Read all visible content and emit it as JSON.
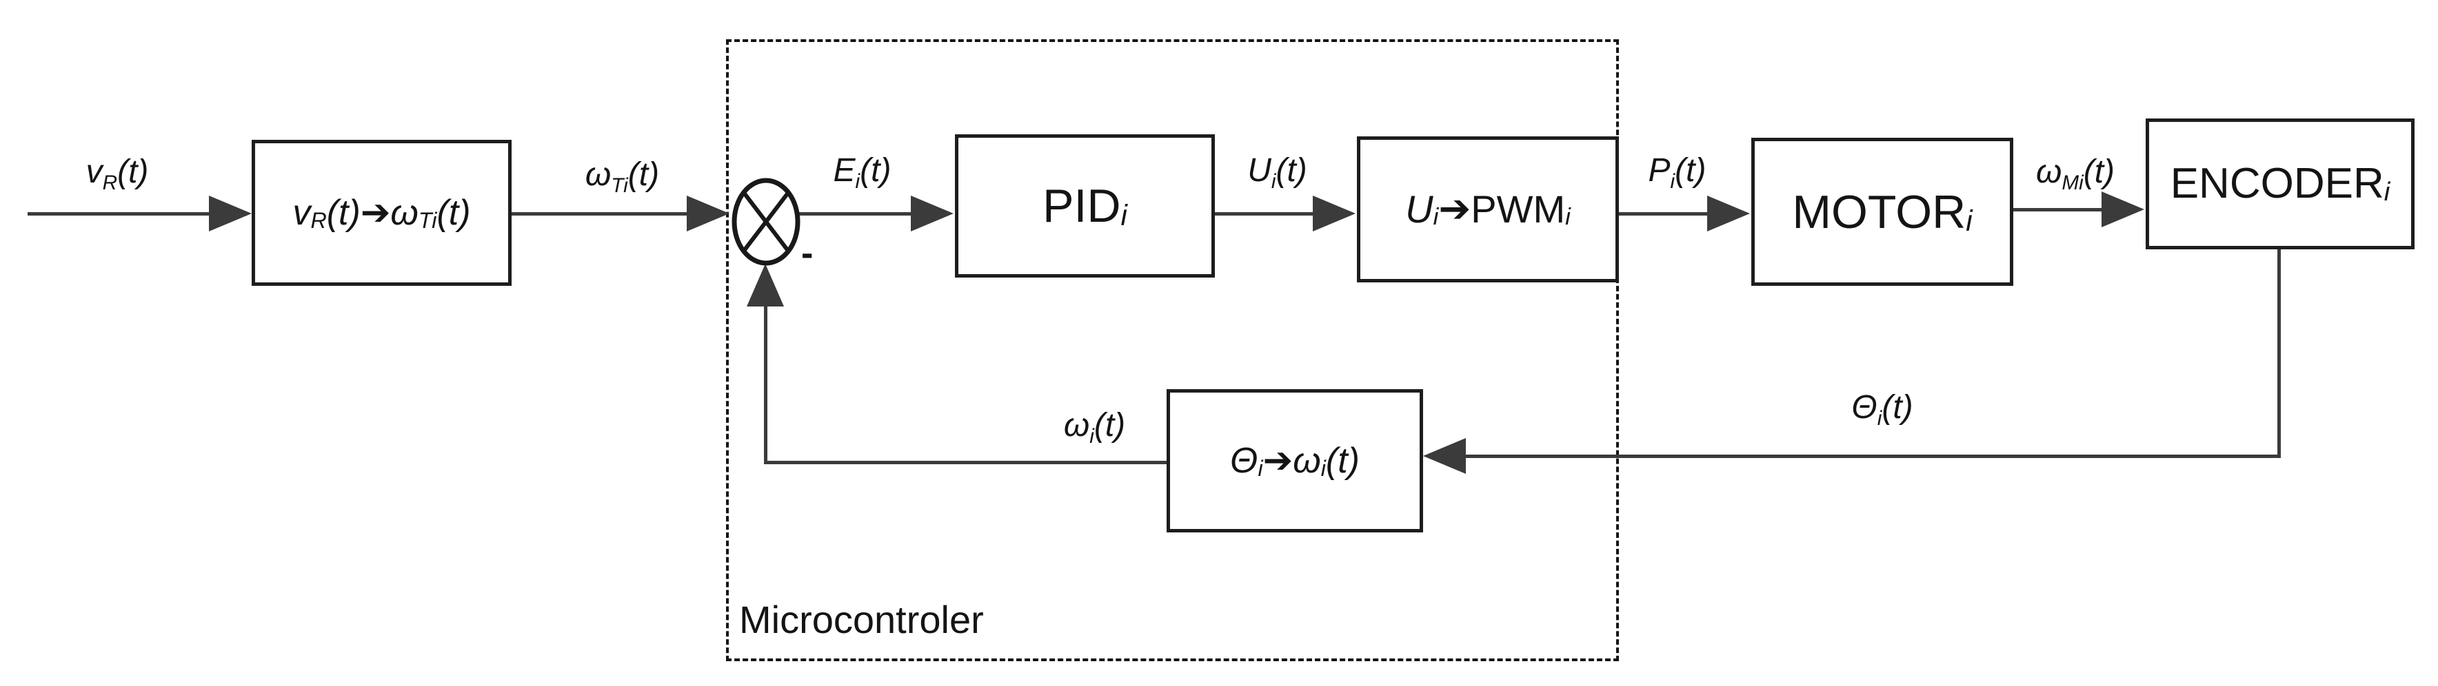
{
  "diagram": {
    "boundary_label": "Microcontroler",
    "sum_minus_sign": "-",
    "colors": {
      "ink": "#141414",
      "line": "#3b3b3b",
      "block_border": "#1d1d1d",
      "background": "#ffffff"
    },
    "signal_labels": {
      "vr": [
        {
          "t": "v",
          "s": "it"
        },
        {
          "t": "R",
          "s": "subit"
        },
        {
          "t": "(t)",
          "s": "it"
        }
      ],
      "wti": [
        {
          "t": "ω",
          "s": "it"
        },
        {
          "t": "Ti",
          "s": "subit"
        },
        {
          "t": "(t)",
          "s": "it"
        }
      ],
      "ei": [
        {
          "t": "E",
          "s": "it"
        },
        {
          "t": "i",
          "s": "subit"
        },
        {
          "t": "(t)",
          "s": "it"
        }
      ],
      "ui": [
        {
          "t": "U",
          "s": "it"
        },
        {
          "t": "i",
          "s": "subit"
        },
        {
          "t": "(t)",
          "s": "it"
        }
      ],
      "pi": [
        {
          "t": "P",
          "s": "it"
        },
        {
          "t": "i",
          "s": "subit"
        },
        {
          "t": "(t)",
          "s": "it"
        }
      ],
      "wmi": [
        {
          "t": "ω",
          "s": "it"
        },
        {
          "t": "Mi",
          "s": "subit"
        },
        {
          "t": "(t)",
          "s": "it"
        }
      ],
      "theta": [
        {
          "t": "Θ",
          "s": "it"
        },
        {
          "t": "i",
          "s": "subit"
        },
        {
          "t": "(t)",
          "s": "it"
        }
      ],
      "wi": [
        {
          "t": "ω",
          "s": "it"
        },
        {
          "t": "i",
          "s": "subit"
        },
        {
          "t": "(t)",
          "s": "it"
        }
      ]
    },
    "block_labels": {
      "ref_conv": [
        {
          "t": "v",
          "s": "it"
        },
        {
          "t": "R",
          "s": "subit"
        },
        {
          "t": "(t) ",
          "s": "it"
        },
        {
          "t": "➔",
          "s": "arrow"
        },
        {
          "t": " ω",
          "s": "it"
        },
        {
          "t": "Ti",
          "s": "subit"
        },
        {
          "t": "(t)",
          "s": "it"
        }
      ],
      "pid": [
        {
          "t": "PID",
          "s": "plain"
        },
        {
          "t": "i",
          "s": "subit"
        }
      ],
      "u_to_pwm": [
        {
          "t": "U",
          "s": "it"
        },
        {
          "t": "i",
          "s": "subit"
        },
        {
          "t": " ",
          "s": "plain"
        },
        {
          "t": "➔",
          "s": "arrow"
        },
        {
          "t": " PWM",
          "s": "plain"
        },
        {
          "t": "i",
          "s": "subit"
        }
      ],
      "motor": [
        {
          "t": "MOTOR",
          "s": "plain"
        },
        {
          "t": "i",
          "s": "subit"
        }
      ],
      "encoder": [
        {
          "t": "ENCODER",
          "s": "plain"
        },
        {
          "t": "i",
          "s": "subit"
        }
      ],
      "theta_to_omega": [
        {
          "t": "Θ",
          "s": "it"
        },
        {
          "t": "i",
          "s": "subit"
        },
        {
          "t": " ",
          "s": "plain"
        },
        {
          "t": "➔",
          "s": "arrow"
        },
        {
          "t": "ω",
          "s": "it"
        },
        {
          "t": "i",
          "s": "subit"
        },
        {
          "t": "(t)",
          "s": "it"
        }
      ]
    }
  }
}
